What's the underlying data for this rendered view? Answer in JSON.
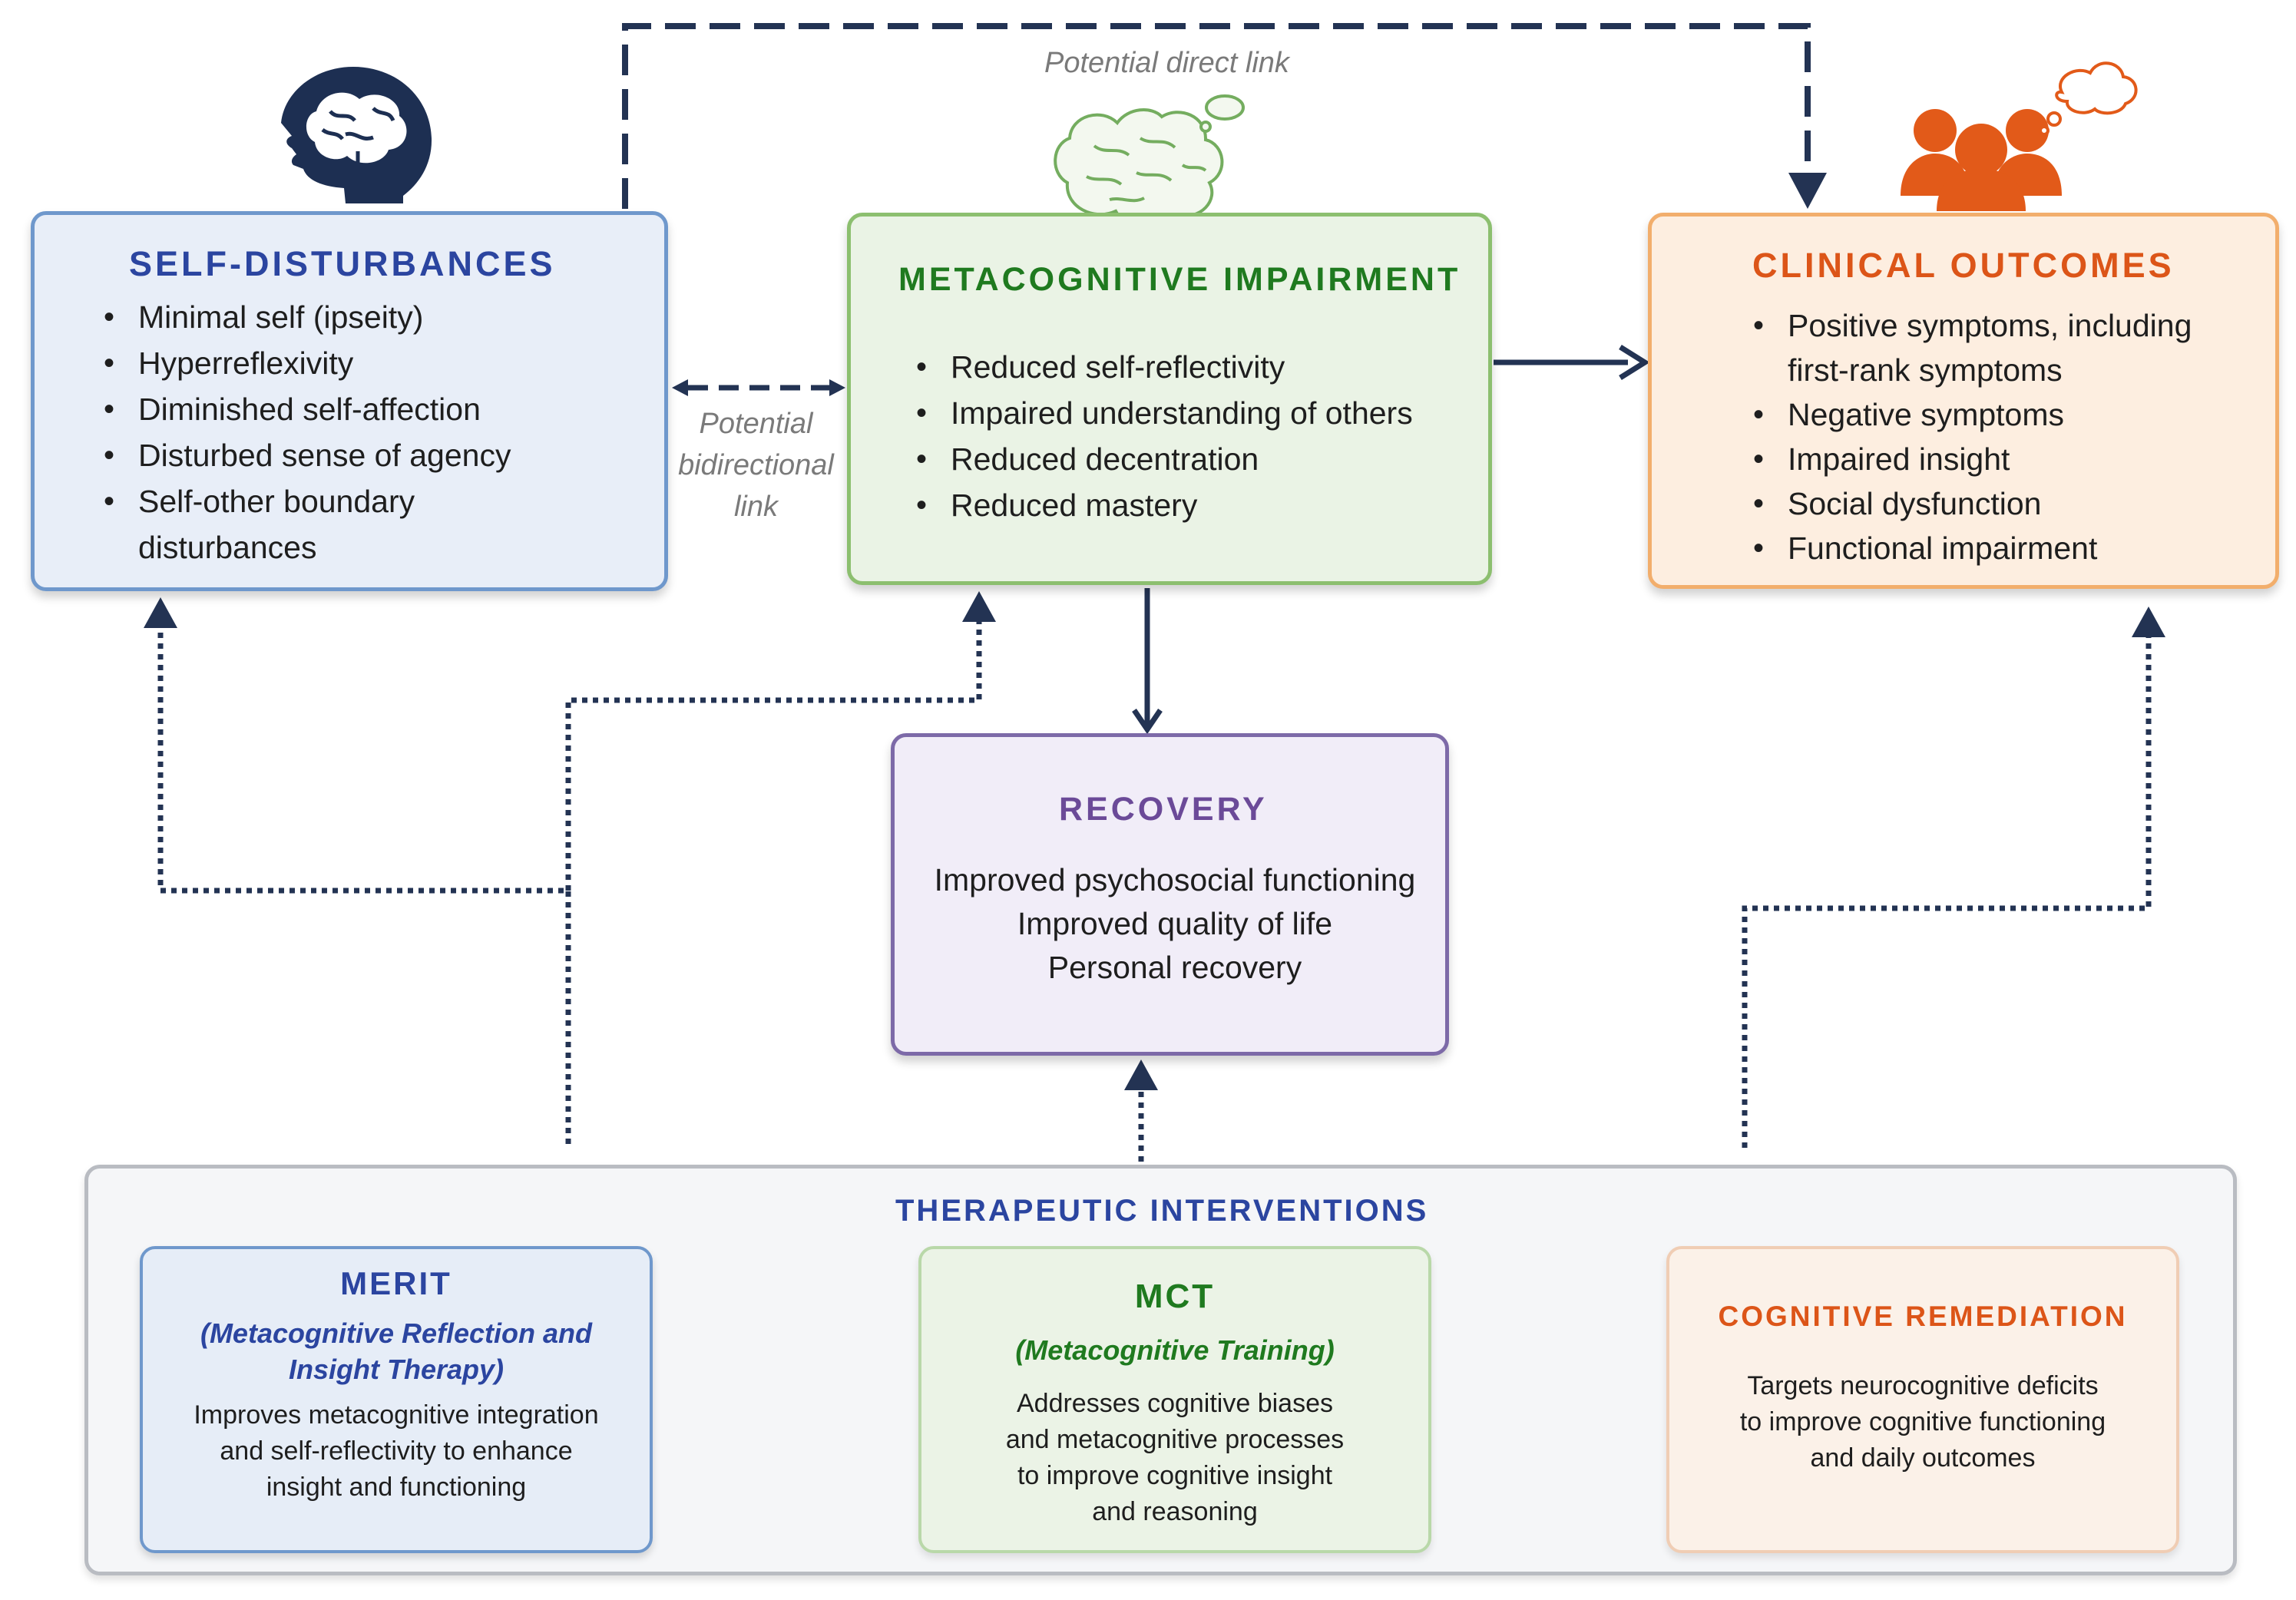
{
  "links": {
    "direct": "Potential direct link",
    "bidirectional": [
      "Potential",
      "bidirectional",
      "link"
    ]
  },
  "self_disturbances": {
    "title": "SELF-DISTURBANCES",
    "items": [
      "Minimal self (ipseity)",
      "Hyperreflexivity",
      "Diminished self-affection",
      "Disturbed sense of agency",
      "Self-other boundary",
      "disturbances"
    ]
  },
  "metacognitive_impairment": {
    "title": "METACOGNITIVE IMPAIRMENT",
    "items": [
      "Reduced self-reflectivity",
      "Impaired understanding of others",
      "Reduced decentration",
      "Reduced mastery"
    ]
  },
  "clinical_outcomes": {
    "title": "CLINICAL OUTCOMES",
    "items": [
      "Positive symptoms, including",
      "first-rank symptoms",
      "Negative symptoms",
      "Impaired insight",
      "Social dysfunction",
      "Functional impairment"
    ]
  },
  "recovery": {
    "title": "RECOVERY",
    "lines": [
      "Improved psychosocial functioning",
      "Improved quality of life",
      "Personal recovery"
    ]
  },
  "interventions": {
    "title": "THERAPEUTIC INTERVENTIONS",
    "merit": {
      "title": "MERIT",
      "subtitle": [
        "(Metacognitive Reflection and",
        "Insight Therapy)"
      ],
      "lines": [
        "Improves metacognitive integration",
        "and self-reflectivity to enhance",
        "insight and functioning"
      ]
    },
    "mct": {
      "title": "MCT",
      "subtitle": "(Metacognitive Training)",
      "lines": [
        "Addresses cognitive biases",
        "and metacognitive processes",
        "to improve cognitive insight",
        "and reasoning"
      ]
    },
    "cognitive_remediation": {
      "title": "COGNITIVE REMEDIATION",
      "lines": [
        "Targets neurocognitive deficits",
        "to improve cognitive functioning",
        "and daily outcomes"
      ]
    }
  },
  "icons": [
    "head-brain-icon",
    "brain-thought-icon",
    "people-group-icon"
  ],
  "colors": {
    "self": "#2b45a0",
    "meta": "#1f7a1f",
    "clinical": "#dc5518",
    "recovery": "#6b4a98",
    "arrow": "#233353"
  }
}
